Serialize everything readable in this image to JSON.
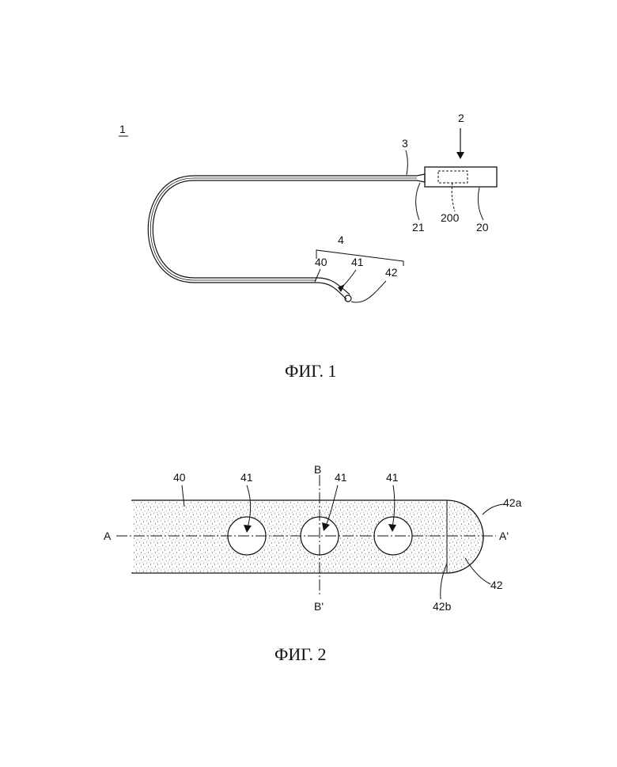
{
  "figure1": {
    "caption": "ФИГ. 1",
    "labels": {
      "device": "1",
      "unit": "2",
      "wire": "3",
      "distal": "4",
      "housing": "20",
      "connector": "21",
      "chip": "200",
      "tube": "40",
      "hole": "41",
      "tip": "42"
    }
  },
  "figure2": {
    "caption": "ФИГ. 2",
    "labels": {
      "tube": "40",
      "hole_1": "41",
      "hole_2": "41",
      "hole_3": "41",
      "tip_outer": "42a",
      "tip": "42",
      "tip_base": "42b",
      "axis_a": "A",
      "axis_a_prime": "A'",
      "axis_b": "B",
      "axis_b_prime": "B'"
    }
  }
}
